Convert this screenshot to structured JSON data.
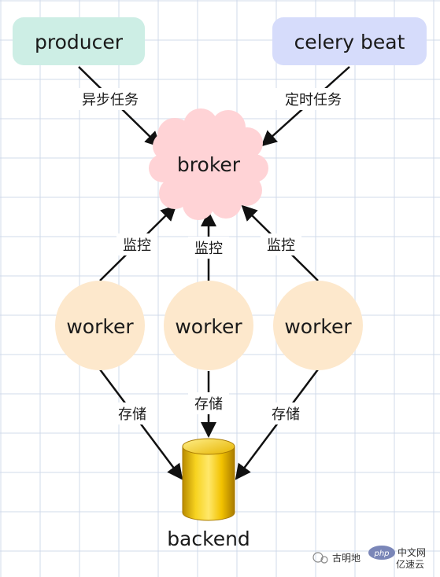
{
  "nodes": {
    "producer": "producer",
    "celery_beat": "celery beat",
    "broker": "broker",
    "workers": [
      "worker",
      "worker",
      "worker"
    ],
    "backend": "backend"
  },
  "edge_labels": {
    "async_task": "异步任务",
    "scheduled_task": "定时任务",
    "monitor": [
      "监控",
      "监控",
      "监控"
    ],
    "store": [
      "存储",
      "存储",
      "存储"
    ]
  },
  "watermark": {
    "account": "古明地",
    "brand": "php 中文网",
    "brand2": "亿速云"
  },
  "colors": {
    "producer_fill": "#cdeee5",
    "celery_beat_fill": "#d6dcfb",
    "broker_fill": "#ffd3d6",
    "worker_fill": "#fde8cc",
    "backend_gold": "#f2c200",
    "line": "#111111"
  }
}
